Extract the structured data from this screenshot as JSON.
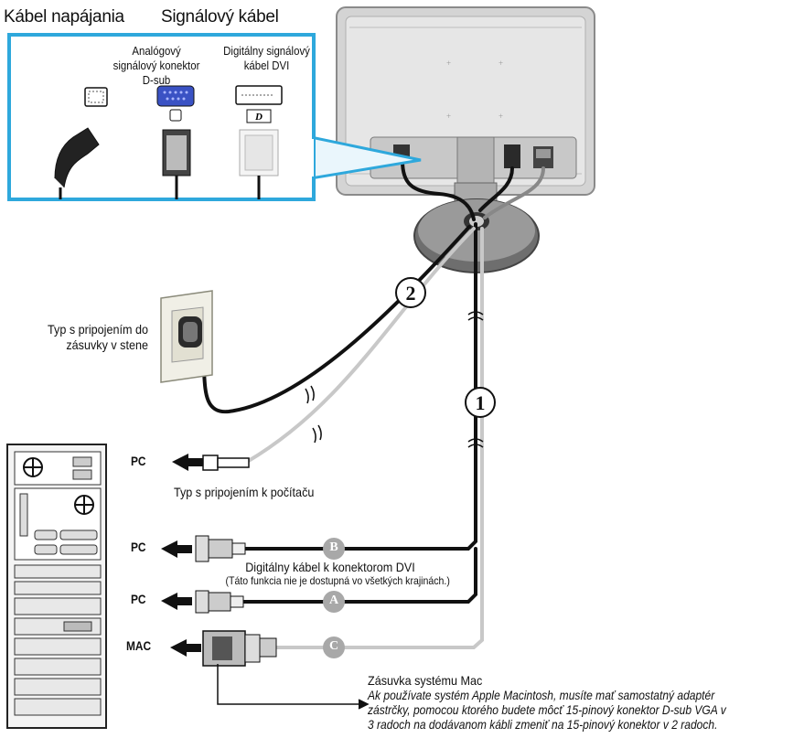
{
  "headers": {
    "power_cable": "Kábel napájania",
    "signal_cable": "Signálový kábel"
  },
  "callout": {
    "analog_label": "Analógový signálový konektor D-sub",
    "digital_label": "Digitálny signálový kábel DVI"
  },
  "labels": {
    "wall_socket_type": "Typ s pripojením do zásuvky v stene",
    "pc_outlet_type": "Typ s pripojením k počítaču",
    "dvi_cable_title": "Digitálny kábel k konektorom DVI",
    "dvi_cable_note": "(Táto funkcia nie je dostupná vo všetkých krajinách.)",
    "mac_socket_title": "Zásuvka systému Mac",
    "mac_note_lines": [
      "Ak používate systém Apple Macintosh, musíte mať samostatný adaptér",
      "zástrčky, pomocou ktorého budete môcť 15-pinový konektor D-sub VGA v",
      "3 radoch na dodávanom kábli zmeniť na 15-pinový konektor v 2 radoch."
    ]
  },
  "ports": {
    "pc1": "PC",
    "pc2": "PC",
    "pc3": "PC",
    "mac": "MAC"
  },
  "markers": {
    "num1": "1",
    "num2": "2",
    "a": "A",
    "b": "B",
    "c": "C"
  },
  "colors": {
    "callout_border": "#2ea8dc",
    "cable_dark": "#1a1a1a",
    "cable_light": "#c8c8c8"
  }
}
